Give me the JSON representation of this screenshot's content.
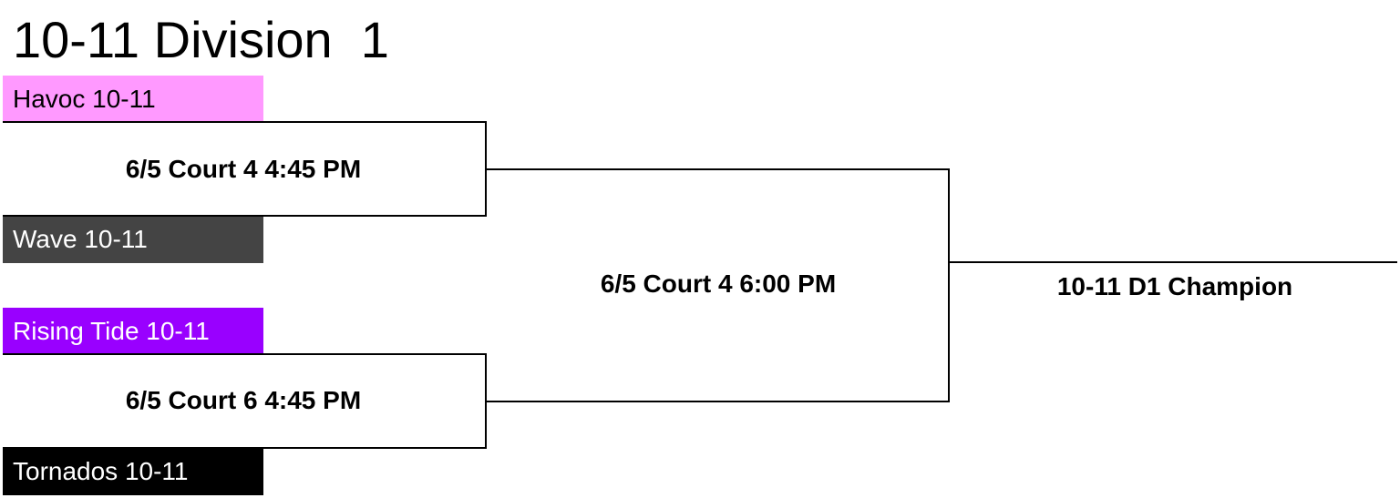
{
  "bracket": {
    "title": "10-11 Division  1",
    "teams": [
      {
        "name": "Havoc 10-11",
        "bg": "#ff99ff",
        "fg": "#000000"
      },
      {
        "name": "Wave 10-11",
        "bg": "#444444",
        "fg": "#ffffff"
      },
      {
        "name": "Rising Tide 10-11",
        "bg": "#9900ff",
        "fg": "#ffffff"
      },
      {
        "name": "Tornados 10-11",
        "bg": "#000000",
        "fg": "#ffffff"
      }
    ],
    "games": [
      {
        "label": "6/5 Court 4 4:45 PM"
      },
      {
        "label": "6/5 Court 6 4:45 PM"
      },
      {
        "label": "6/5 Court 4 6:00 PM"
      }
    ],
    "champion_label": "10-11 D1 Champion",
    "line_color": "#000000"
  }
}
